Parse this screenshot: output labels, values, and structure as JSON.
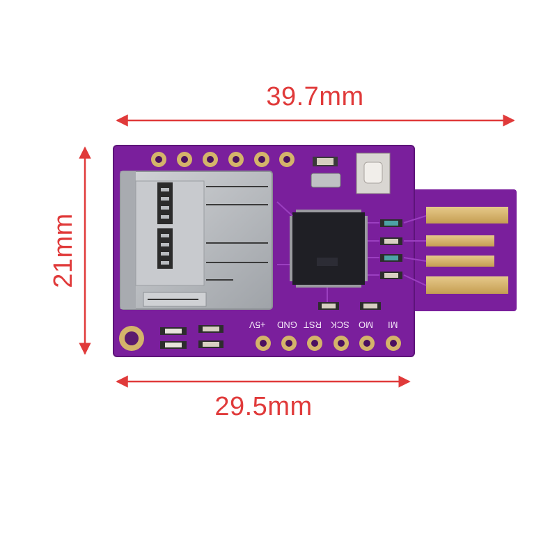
{
  "dimensions": {
    "width_overall": "39.7mm",
    "height": "21mm",
    "width_board": "29.5mm"
  },
  "pins": {
    "labels": [
      "+5V",
      "GND",
      "RST",
      "SCK",
      "MO",
      "MI"
    ]
  },
  "colors": {
    "dimension": "#e03a3a",
    "board": "#7a1f9c",
    "gold": "#d4b46a",
    "sd_metal": "#b9bcc0"
  }
}
